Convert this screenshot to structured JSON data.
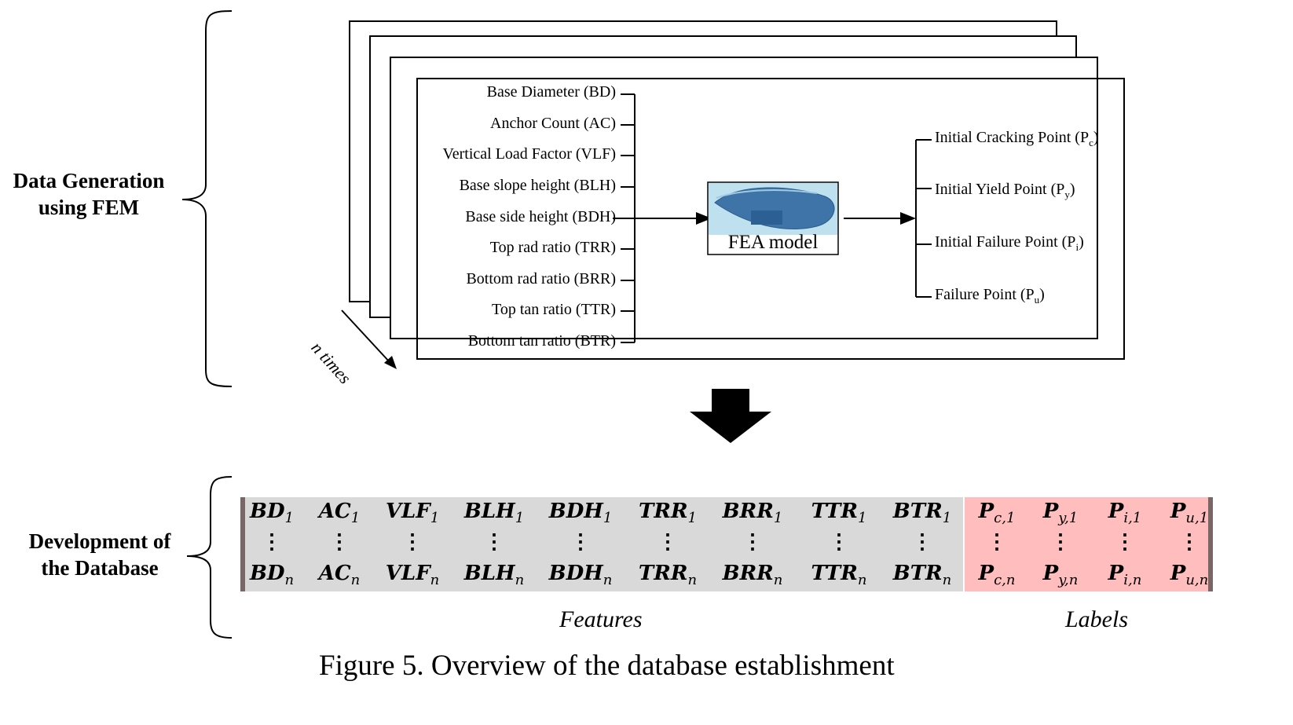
{
  "sections": {
    "top_label_line1": "Data Generation",
    "top_label_line2": "using FEM",
    "bottom_label_line1": "Development of",
    "bottom_label_line2": "the Database"
  },
  "repeat_label": "n times",
  "inputs": [
    "Base Diameter (BD)",
    "Anchor Count (AC)",
    "Vertical Load Factor (VLF)",
    "Base slope height (BLH)",
    "Base side height (BDH)",
    "Top rad ratio (TRR)",
    "Bottom rad ratio (BRR)",
    "Top tan ratio (TTR)",
    "Bottom tan ratio (BTR)"
  ],
  "model_label": "FEA model",
  "outputs": [
    {
      "text": "Initial Cracking Point (P",
      "sub": "c",
      "close": ")"
    },
    {
      "text": "Initial Yield Point (P",
      "sub": "y",
      "close": ")"
    },
    {
      "text": "Initial Failure Point (P",
      "sub": "i",
      "close": ")"
    },
    {
      "text": "Failure Point (P",
      "sub": "u",
      "close": ")"
    }
  ],
  "matrix": {
    "feature_symbols": [
      "BD",
      "AC",
      "VLF",
      "BLH",
      "BDH",
      "TRR",
      "BRR",
      "TTR",
      "BTR"
    ],
    "label_symbols": [
      "P",
      "P",
      "P",
      "P"
    ],
    "label_subs": [
      "c,",
      "y,",
      "i,",
      "u,"
    ],
    "first_index": "1",
    "last_index": "n",
    "vdots": "⋮",
    "features_caption": "Features",
    "labels_caption": "Labels",
    "colors": {
      "features_bg": "#d9d9d9",
      "labels_bg": "#ffbdbd",
      "edge": "#7a6666"
    }
  },
  "figure_caption": "Figure 5. Overview of the database establishment"
}
